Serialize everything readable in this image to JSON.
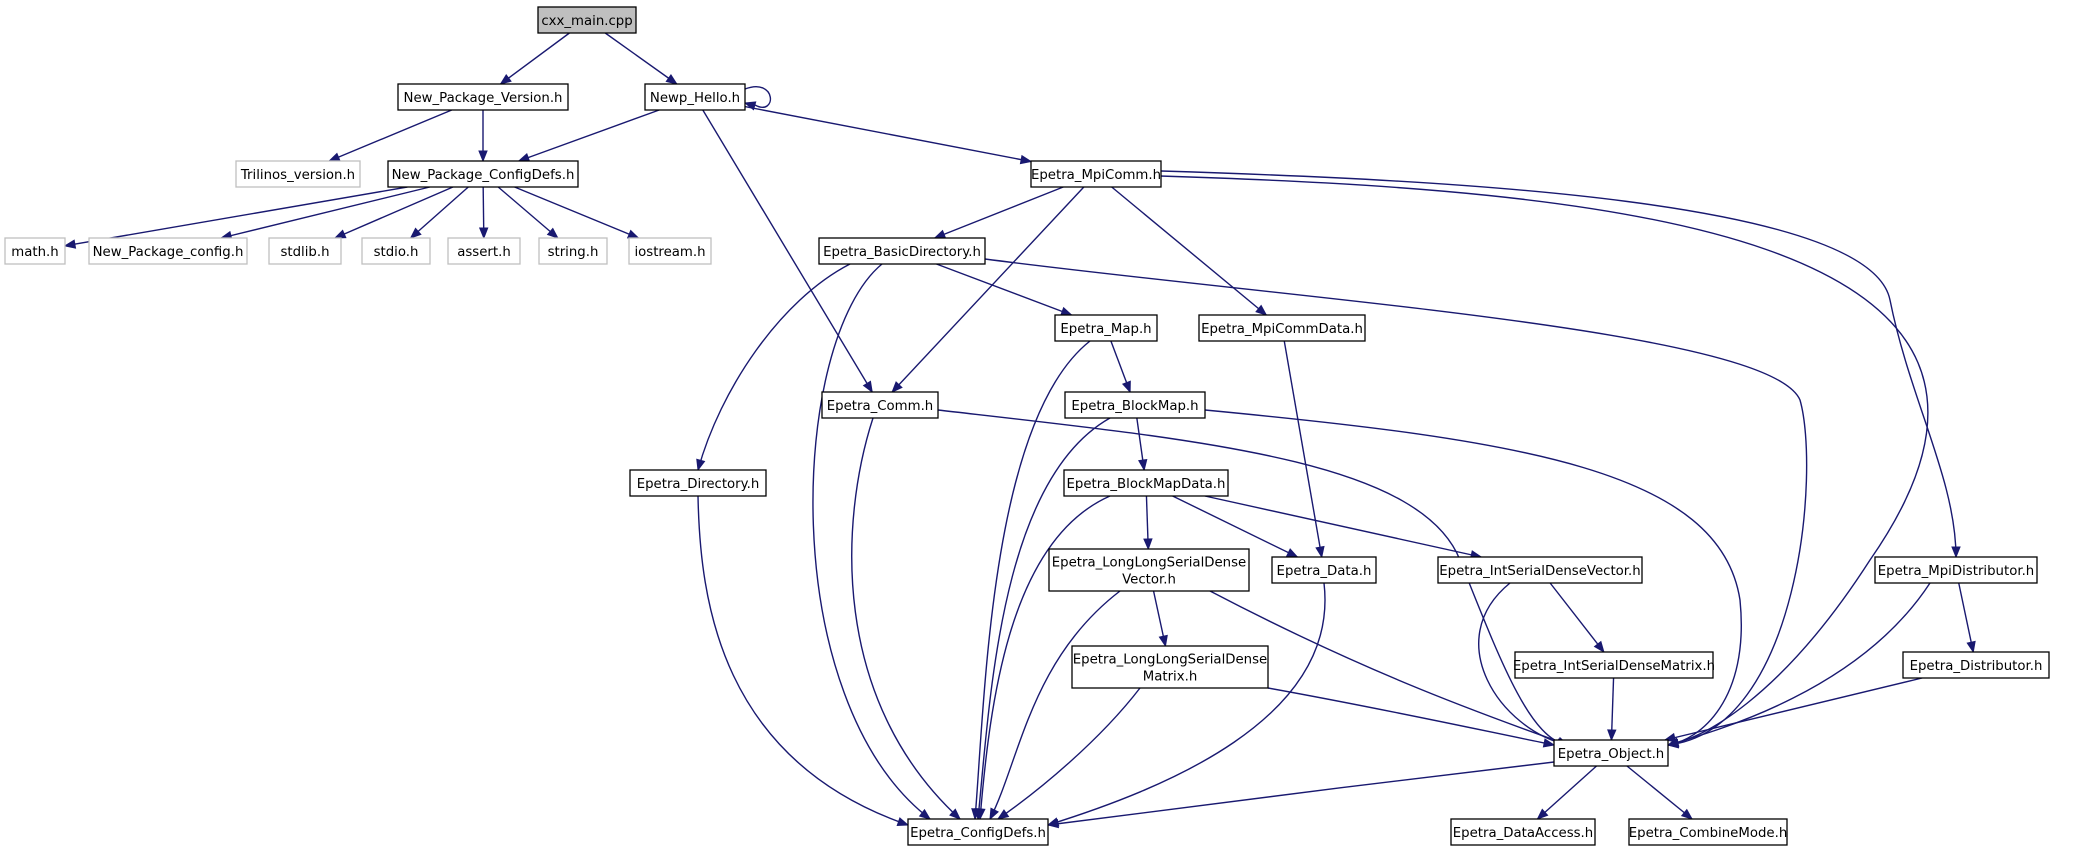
{
  "colors": {
    "edge": "#191970",
    "node_border": "#000000",
    "root_fill": "#bfbfbf",
    "external_border": "#bfbfbf",
    "fill": "#ffffff",
    "text": "#000000"
  },
  "nodes": [
    {
      "id": "cxx_main",
      "lines": [
        "cxx_main.cpp"
      ],
      "kind": "root"
    },
    {
      "id": "new_pkg_version",
      "lines": [
        "New_Package_Version.h"
      ],
      "kind": "normal"
    },
    {
      "id": "newp_hello",
      "lines": [
        "Newp_Hello.h"
      ],
      "kind": "normal"
    },
    {
      "id": "trilinos_version",
      "lines": [
        "Trilinos_version.h"
      ],
      "kind": "external"
    },
    {
      "id": "new_pkg_configdefs",
      "lines": [
        "New_Package_ConfigDefs.h"
      ],
      "kind": "normal"
    },
    {
      "id": "epetra_mpicomm",
      "lines": [
        "Epetra_MpiComm.h"
      ],
      "kind": "normal"
    },
    {
      "id": "math_h",
      "lines": [
        "math.h"
      ],
      "kind": "external"
    },
    {
      "id": "new_pkg_config",
      "lines": [
        "New_Package_config.h"
      ],
      "kind": "external"
    },
    {
      "id": "stdlib_h",
      "lines": [
        "stdlib.h"
      ],
      "kind": "external"
    },
    {
      "id": "stdio_h",
      "lines": [
        "stdio.h"
      ],
      "kind": "external"
    },
    {
      "id": "assert_h",
      "lines": [
        "assert.h"
      ],
      "kind": "external"
    },
    {
      "id": "string_h",
      "lines": [
        "string.h"
      ],
      "kind": "external"
    },
    {
      "id": "iostream_h",
      "lines": [
        "iostream.h"
      ],
      "kind": "external"
    },
    {
      "id": "epetra_basicdirectory",
      "lines": [
        "Epetra_BasicDirectory.h"
      ],
      "kind": "normal"
    },
    {
      "id": "epetra_map",
      "lines": [
        "Epetra_Map.h"
      ],
      "kind": "normal"
    },
    {
      "id": "epetra_mpicommdata",
      "lines": [
        "Epetra_MpiCommData.h"
      ],
      "kind": "normal"
    },
    {
      "id": "epetra_comm",
      "lines": [
        "Epetra_Comm.h"
      ],
      "kind": "normal"
    },
    {
      "id": "epetra_blockmap",
      "lines": [
        "Epetra_BlockMap.h"
      ],
      "kind": "normal"
    },
    {
      "id": "epetra_directory",
      "lines": [
        "Epetra_Directory.h"
      ],
      "kind": "normal"
    },
    {
      "id": "epetra_blockmapdata",
      "lines": [
        "Epetra_BlockMapData.h"
      ],
      "kind": "normal"
    },
    {
      "id": "epetra_llsdv",
      "lines": [
        "Epetra_LongLongSerialDense",
        "Vector.h"
      ],
      "kind": "normal"
    },
    {
      "id": "epetra_data",
      "lines": [
        "Epetra_Data.h"
      ],
      "kind": "normal"
    },
    {
      "id": "epetra_isdv",
      "lines": [
        "Epetra_IntSerialDenseVector.h"
      ],
      "kind": "normal"
    },
    {
      "id": "epetra_mpidistributor",
      "lines": [
        "Epetra_MpiDistributor.h"
      ],
      "kind": "normal"
    },
    {
      "id": "epetra_llsdm",
      "lines": [
        "Epetra_LongLongSerialDense",
        "Matrix.h"
      ],
      "kind": "normal"
    },
    {
      "id": "epetra_isdm",
      "lines": [
        "Epetra_IntSerialDenseMatrix.h"
      ],
      "kind": "normal"
    },
    {
      "id": "epetra_distributor",
      "lines": [
        "Epetra_Distributor.h"
      ],
      "kind": "normal"
    },
    {
      "id": "epetra_object",
      "lines": [
        "Epetra_Object.h"
      ],
      "kind": "normal"
    },
    {
      "id": "epetra_configdefs",
      "lines": [
        "Epetra_ConfigDefs.h"
      ],
      "kind": "normal"
    },
    {
      "id": "epetra_dataaccess",
      "lines": [
        "Epetra_DataAccess.h"
      ],
      "kind": "normal"
    },
    {
      "id": "epetra_combinemode",
      "lines": [
        "Epetra_CombineMode.h"
      ],
      "kind": "normal"
    }
  ],
  "edges": [
    [
      "cxx_main",
      "new_pkg_version"
    ],
    [
      "cxx_main",
      "newp_hello"
    ],
    [
      "new_pkg_version",
      "trilinos_version"
    ],
    [
      "new_pkg_version",
      "new_pkg_configdefs"
    ],
    [
      "newp_hello",
      "newp_hello"
    ],
    [
      "newp_hello",
      "new_pkg_configdefs"
    ],
    [
      "newp_hello",
      "epetra_mpicomm"
    ],
    [
      "newp_hello",
      "epetra_comm"
    ],
    [
      "new_pkg_configdefs",
      "math_h"
    ],
    [
      "new_pkg_configdefs",
      "new_pkg_config"
    ],
    [
      "new_pkg_configdefs",
      "stdlib_h"
    ],
    [
      "new_pkg_configdefs",
      "stdio_h"
    ],
    [
      "new_pkg_configdefs",
      "assert_h"
    ],
    [
      "new_pkg_configdefs",
      "string_h"
    ],
    [
      "new_pkg_configdefs",
      "iostream_h"
    ],
    [
      "epetra_mpicomm",
      "epetra_basicdirectory"
    ],
    [
      "epetra_mpicomm",
      "epetra_comm"
    ],
    [
      "epetra_mpicomm",
      "epetra_mpicommdata"
    ],
    [
      "epetra_mpicomm",
      "epetra_object"
    ],
    [
      "epetra_mpicomm",
      "epetra_mpidistributor"
    ],
    [
      "epetra_basicdirectory",
      "epetra_directory"
    ],
    [
      "epetra_basicdirectory",
      "epetra_configdefs"
    ],
    [
      "epetra_basicdirectory",
      "epetra_map"
    ],
    [
      "epetra_basicdirectory",
      "epetra_object"
    ],
    [
      "epetra_map",
      "epetra_blockmap"
    ],
    [
      "epetra_map",
      "epetra_configdefs"
    ],
    [
      "epetra_mpicommdata",
      "epetra_data"
    ],
    [
      "epetra_comm",
      "epetra_configdefs"
    ],
    [
      "epetra_comm",
      "epetra_object"
    ],
    [
      "epetra_blockmap",
      "epetra_blockmapdata"
    ],
    [
      "epetra_blockmap",
      "epetra_configdefs"
    ],
    [
      "epetra_blockmap",
      "epetra_object"
    ],
    [
      "epetra_directory",
      "epetra_configdefs"
    ],
    [
      "epetra_blockmapdata",
      "epetra_llsdv"
    ],
    [
      "epetra_blockmapdata",
      "epetra_data"
    ],
    [
      "epetra_blockmapdata",
      "epetra_isdv"
    ],
    [
      "epetra_blockmapdata",
      "epetra_configdefs"
    ],
    [
      "epetra_llsdv",
      "epetra_llsdm"
    ],
    [
      "epetra_llsdv",
      "epetra_configdefs"
    ],
    [
      "epetra_llsdv",
      "epetra_object"
    ],
    [
      "epetra_data",
      "epetra_configdefs"
    ],
    [
      "epetra_isdv",
      "epetra_isdm"
    ],
    [
      "epetra_isdv",
      "epetra_object"
    ],
    [
      "epetra_mpidistributor",
      "epetra_distributor"
    ],
    [
      "epetra_mpidistributor",
      "epetra_object"
    ],
    [
      "epetra_llsdm",
      "epetra_configdefs"
    ],
    [
      "epetra_llsdm",
      "epetra_object"
    ],
    [
      "epetra_isdm",
      "epetra_object"
    ],
    [
      "epetra_distributor",
      "epetra_object"
    ],
    [
      "epetra_object",
      "epetra_configdefs"
    ],
    [
      "epetra_object",
      "epetra_dataaccess"
    ],
    [
      "epetra_object",
      "epetra_combinemode"
    ]
  ]
}
